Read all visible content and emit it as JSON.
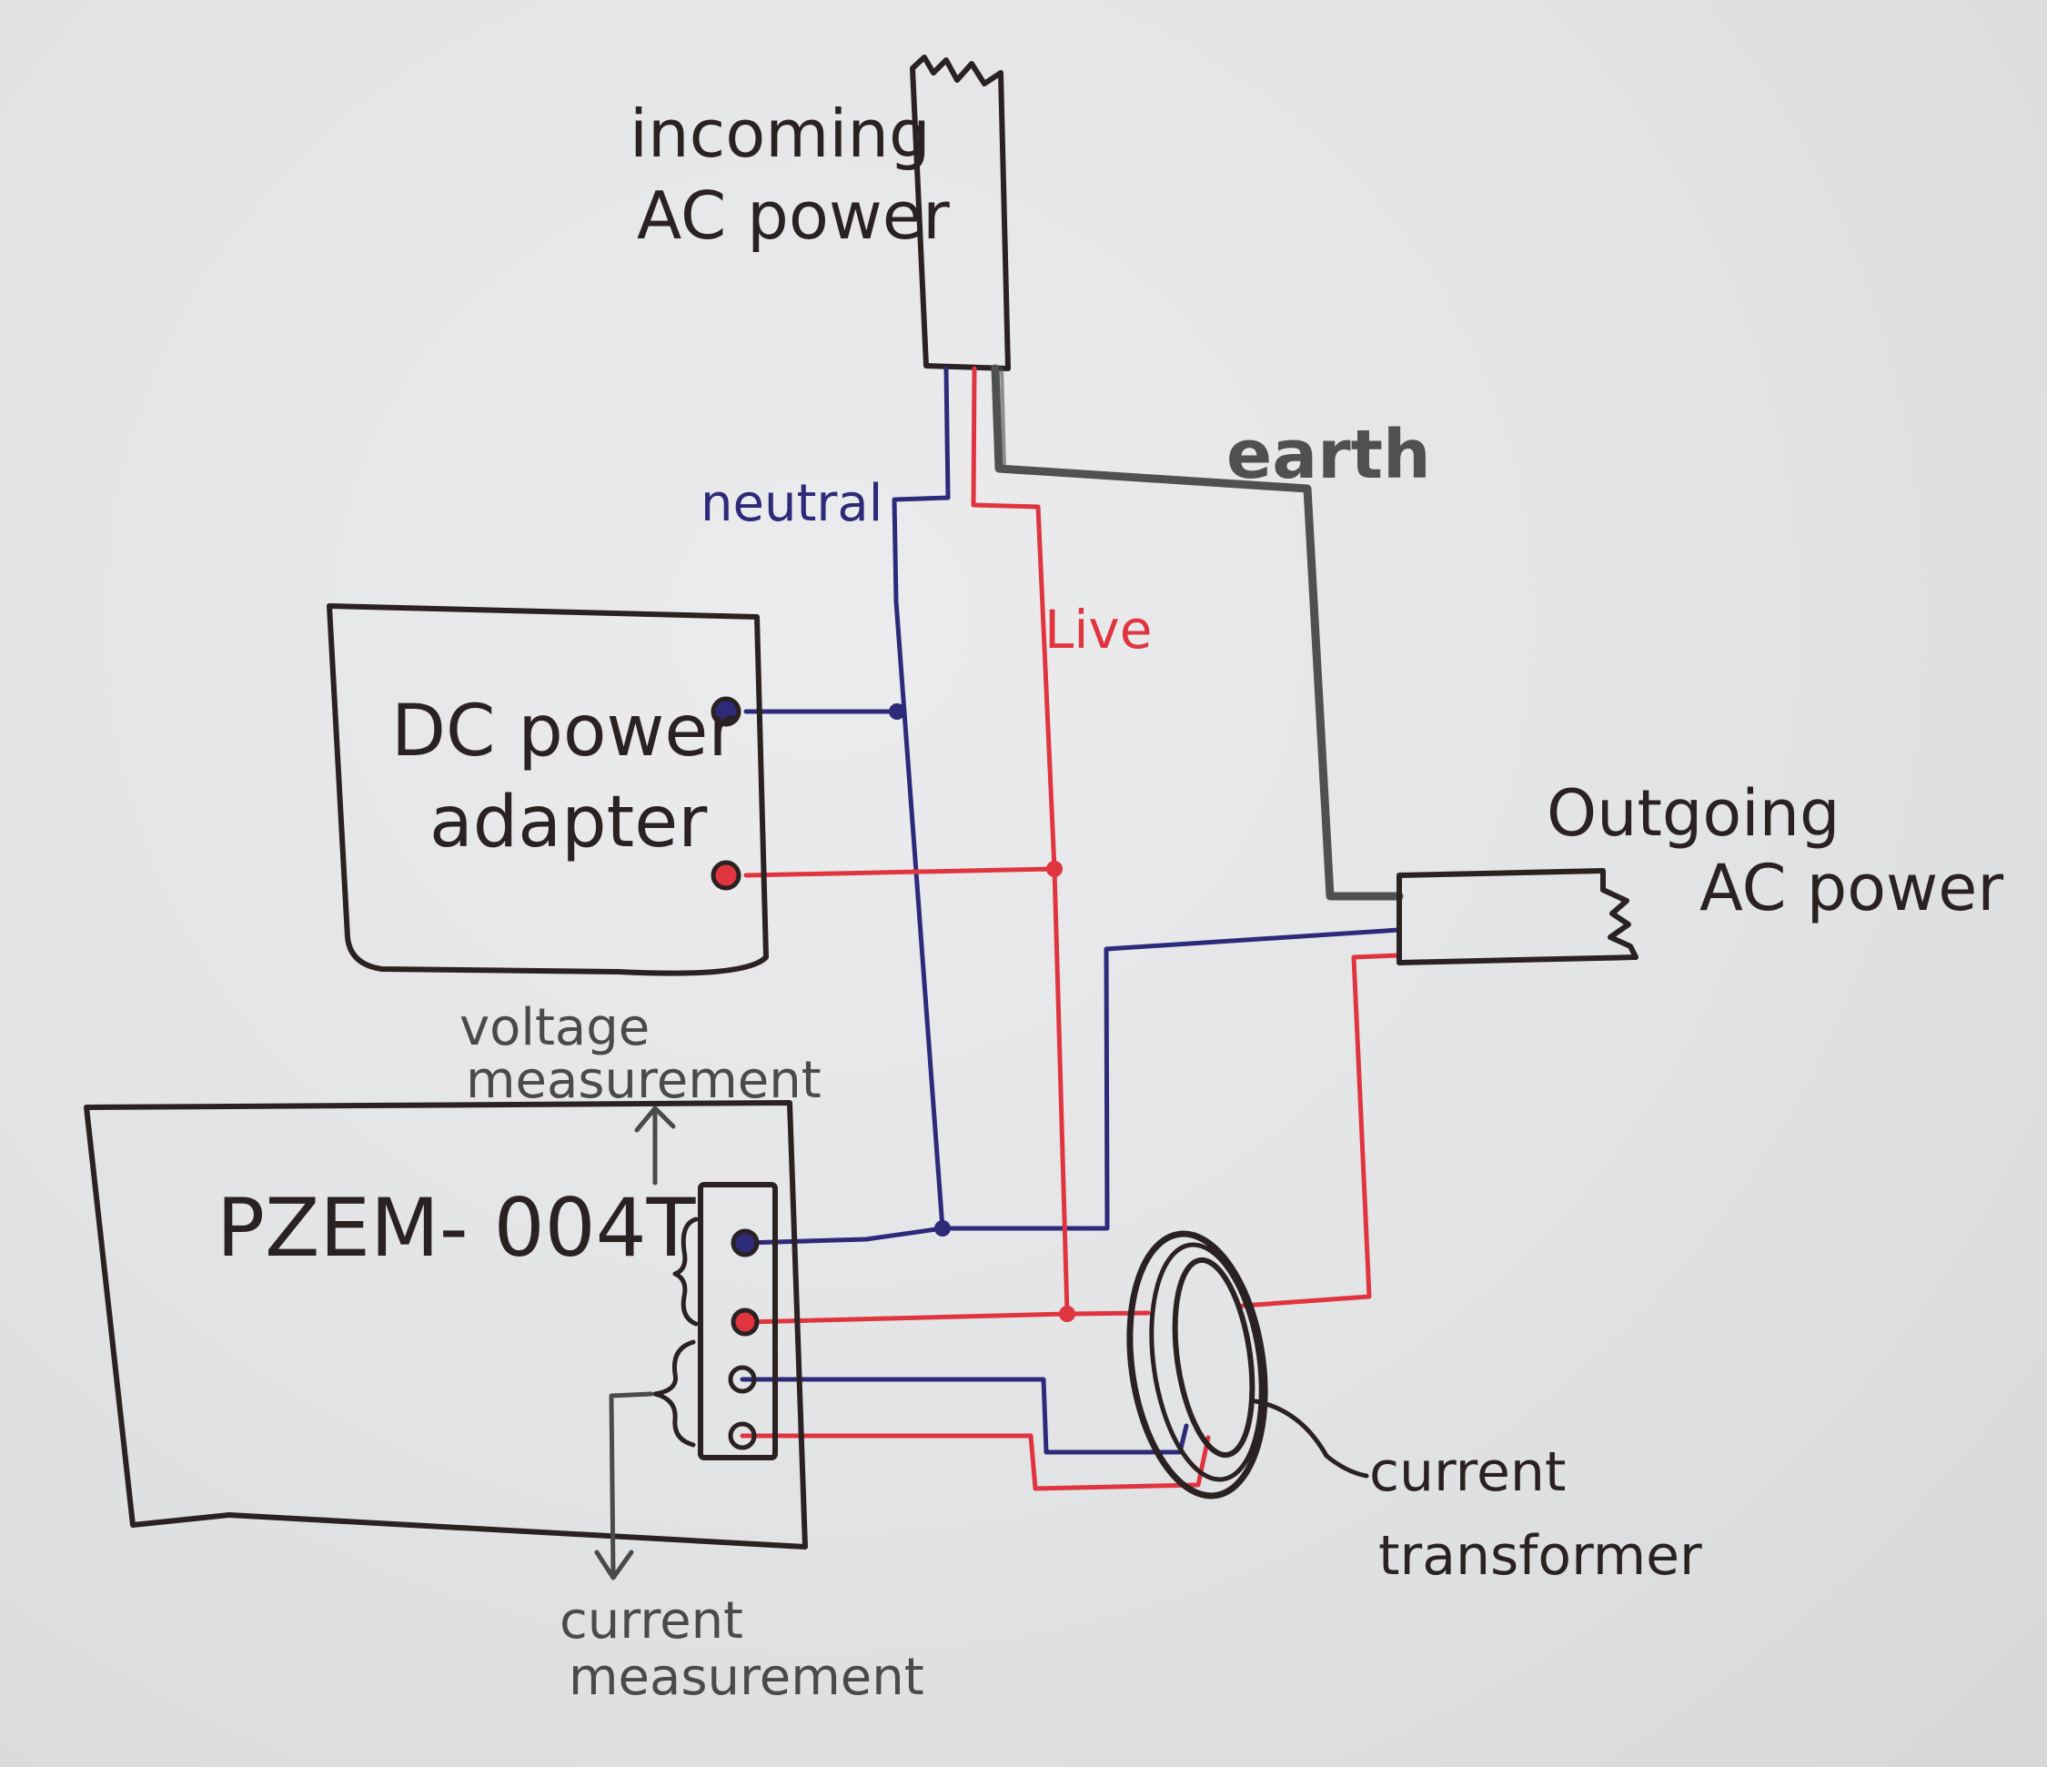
{
  "colors": {
    "ink": "#2a2122",
    "neutral": "#2e2a7a",
    "live": "#e0353f",
    "earth": "#4f5150",
    "annotation": "#4a4a4a",
    "paper": "#e3e4e6"
  },
  "labels": {
    "incoming_line1": "incoming",
    "incoming_line2": "AC power",
    "earth": "earth",
    "neutral": "neutral",
    "live": "Live",
    "dc_line1": "DC power",
    "dc_line2": "adapter",
    "outgoing_line1": "Outgoing",
    "outgoing_line2": "AC power",
    "voltage_line1": "voltage",
    "voltage_line2": "measurement",
    "pzem": "PZEM- 004T",
    "ct_line1": "current",
    "ct_line2": "transformer",
    "current_meas_line1": "current",
    "current_meas_line2": "measurement"
  }
}
